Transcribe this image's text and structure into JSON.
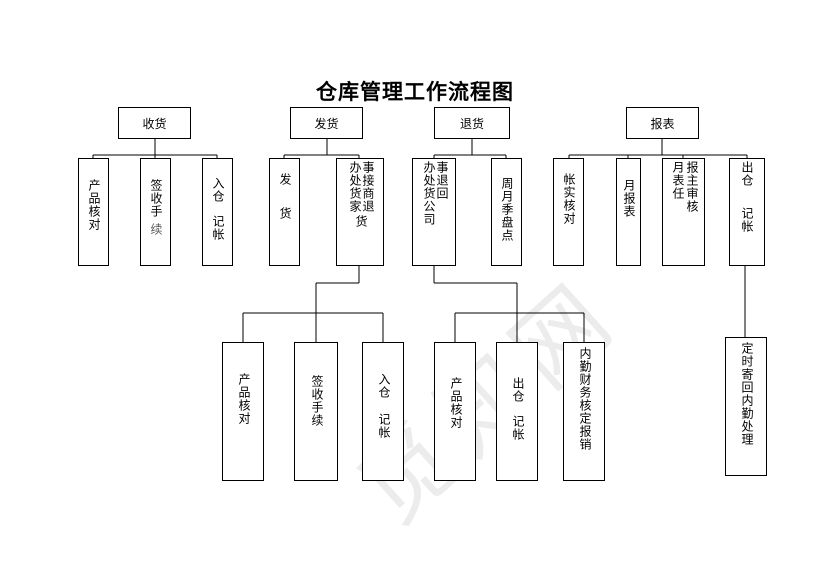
{
  "title": "仓库管理工作流程图",
  "watermark": "觅知网",
  "level1": {
    "receive": "收货",
    "ship": "发货",
    "return": "退货",
    "report": "报表"
  },
  "receive_steps": {
    "product_check": "产品核对",
    "sign_a": "签收手",
    "sign_b": "续",
    "stock_in_a": "入仓",
    "stock_in_b": "记帐"
  },
  "ship_steps": {
    "ship_a": "发",
    "ship_b": "货",
    "supplier_return": [
      "事接商退",
      "办处货家",
      "货"
    ]
  },
  "return_steps": {
    "company_return": [
      "事退回",
      "办处货公司"
    ],
    "monthly_check": "周月季盘点"
  },
  "report_steps": {
    "account_check": "帐实核对",
    "monthly_report": "月报表",
    "manager_review": [
      "报主审核",
      "月表任"
    ],
    "stock_out_a": "出仓",
    "stock_out_b": "记帐"
  },
  "supplier_sub": {
    "product_check": "产品核对",
    "sign": "签收手续",
    "stock_in_a": "入仓",
    "stock_in_b": "记帐"
  },
  "company_sub": {
    "product_check": "产品核对",
    "stock_out_a": "出仓",
    "stock_out_b": "记帐",
    "finance_writeoff": "内勤财务核定报销"
  },
  "periodic_return": "定时寄回内勤处理"
}
